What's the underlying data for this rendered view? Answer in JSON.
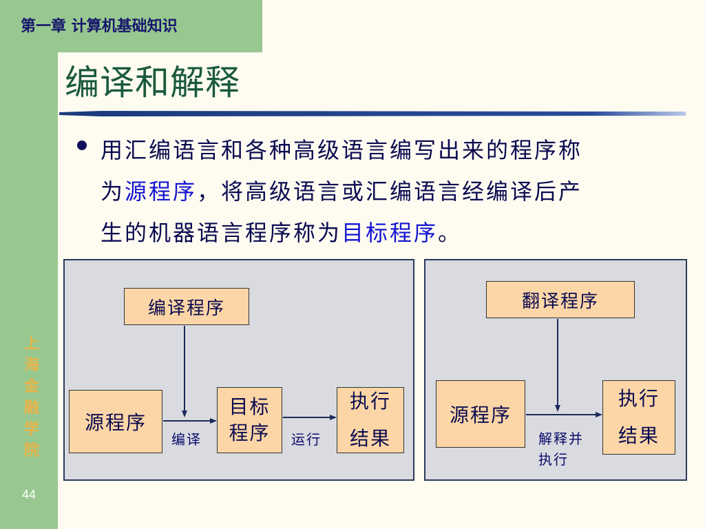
{
  "header": {
    "chapter": "第一章  计算机基础知识",
    "title": "编译和解释"
  },
  "bullet": {
    "line1": "用汇编语言和各种高级语言编写出来的程序称",
    "line2_a": "为",
    "line2_hl": "源程序",
    "line2_b": "，将高级语言或汇编语言经编译后产",
    "line3_a": "生的机器语言程序称为",
    "line3_hl": "目标程序",
    "line3_b": "。"
  },
  "diagram_compile": {
    "compiler": "编译程序",
    "source": "源程序",
    "target_l1": "目标",
    "target_l2": "程序",
    "result_l1": "执行",
    "result_l2": "结果",
    "edge_compile": "编译",
    "edge_run": "运行"
  },
  "diagram_interpret": {
    "translator": "翻译程序",
    "source": "源程序",
    "result_l1": "执行",
    "result_l2": "结果",
    "edge_l1": "解释并",
    "edge_l2": "执行"
  },
  "sidebar": {
    "school_chars": [
      "上",
      "海",
      "金",
      "融",
      "学",
      "院"
    ],
    "page": "44"
  },
  "colors": {
    "sidebar": "#98c890",
    "title": "#1a5a3a",
    "highlight": "#1414d2",
    "box": "#fcd6a6",
    "panel": "#dadbe0",
    "school": "#e8b44a"
  }
}
